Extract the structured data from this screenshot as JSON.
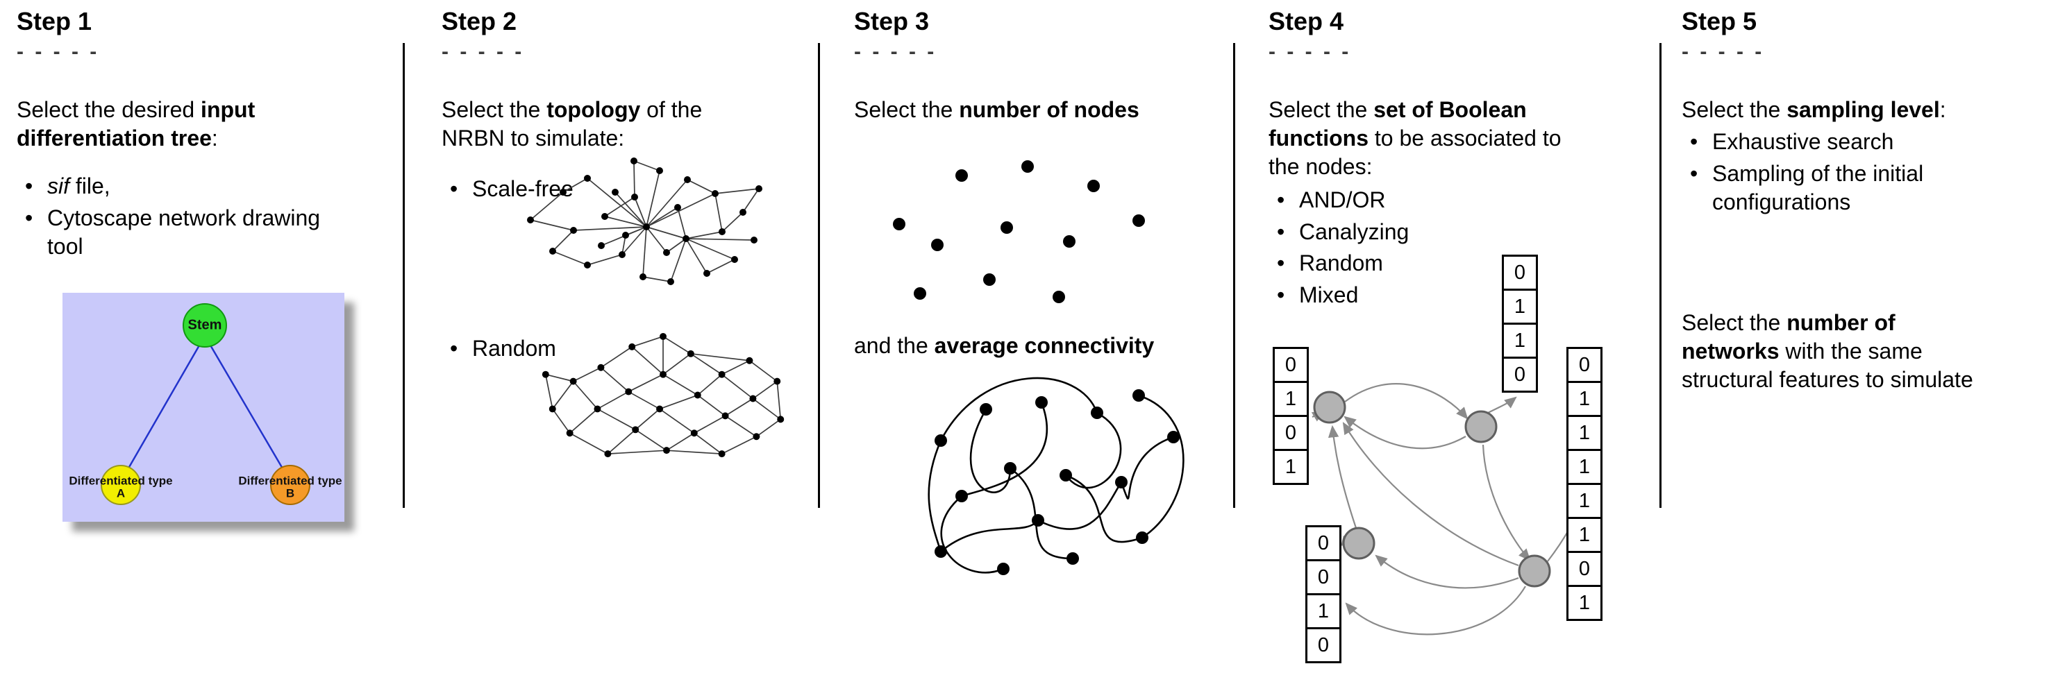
{
  "steps": [
    {
      "title": "Step 1",
      "rule": "- - - - -",
      "intro_lines": [
        [
          {
            "t": "Select the desired "
          },
          {
            "t": "input",
            "b": true
          }
        ],
        [
          {
            "t": "differentiation tree",
            "b": true
          },
          {
            "t": ":"
          }
        ]
      ],
      "bullets": [
        [
          {
            "t": "sif",
            "i": true
          },
          {
            "t": " file,"
          }
        ],
        [
          {
            "t": "Cytoscape network drawing tool"
          }
        ]
      ],
      "tree": {
        "root_label": "Stem",
        "leaf_a_label": "Differentiated type A",
        "leaf_b_label": "Differentiated type B",
        "colors": {
          "panel": "#c9c9fa",
          "root": "#33dd33",
          "leaf_a": "#f2ee00",
          "leaf_b": "#f59a28",
          "edge": "#2233cc"
        }
      }
    },
    {
      "title": "Step 2",
      "rule": "- - - - -",
      "intro_lines": [
        [
          {
            "t": "Select the "
          },
          {
            "t": "topology",
            "b": true
          },
          {
            "t": " of the"
          }
        ],
        [
          {
            "t": "NRBN to simulate:"
          }
        ]
      ],
      "bullets": [
        [
          {
            "t": "Scale-free"
          }
        ],
        [
          {
            "t": "Random"
          }
        ]
      ]
    },
    {
      "title": "Step 3",
      "rule": "- - - - -",
      "intro_lines": [
        [
          {
            "t": "Select the "
          },
          {
            "t": "number of nodes",
            "b": true
          }
        ]
      ],
      "intro2_lines": [
        [
          {
            "t": "and the "
          },
          {
            "t": "average connectivity",
            "b": true
          }
        ]
      ]
    },
    {
      "title": "Step 4",
      "rule": "- - - - -",
      "intro_lines": [
        [
          {
            "t": "Select the "
          },
          {
            "t": "set of Boolean",
            "b": true
          }
        ],
        [
          {
            "t": "functions",
            "b": true
          },
          {
            "t": " to be associated to"
          }
        ],
        [
          {
            "t": "the nodes:"
          }
        ]
      ],
      "bullets": [
        [
          {
            "t": "AND/OR"
          }
        ],
        [
          {
            "t": "Canalyzing"
          }
        ],
        [
          {
            "t": "Random"
          }
        ],
        [
          {
            "t": "Mixed"
          }
        ]
      ],
      "truth_tables": {
        "left": [
          "0",
          "1",
          "0",
          "1"
        ],
        "top": [
          "0",
          "1",
          "1",
          "0"
        ],
        "bottom": [
          "0",
          "0",
          "1",
          "0"
        ],
        "right": [
          "0",
          "1",
          "1",
          "1",
          "1",
          "1",
          "0",
          "1"
        ]
      }
    },
    {
      "title": "Step 5",
      "rule": "- - - - -",
      "intro_lines": [
        [
          {
            "t": "Select the "
          },
          {
            "t": "sampling level",
            "b": true
          },
          {
            "t": ":"
          }
        ]
      ],
      "bullets": [
        [
          {
            "t": "Exhaustive search"
          }
        ],
        [
          {
            "t": "Sampling of the initial configurations"
          }
        ]
      ],
      "para2_lines": [
        [
          {
            "t": "Select the "
          },
          {
            "t": "number of",
            "b": true
          }
        ],
        [
          {
            "t": "networks",
            "b": true
          },
          {
            "t": " with the same"
          }
        ],
        [
          {
            "t": "structural features to simulate"
          }
        ]
      ]
    }
  ]
}
